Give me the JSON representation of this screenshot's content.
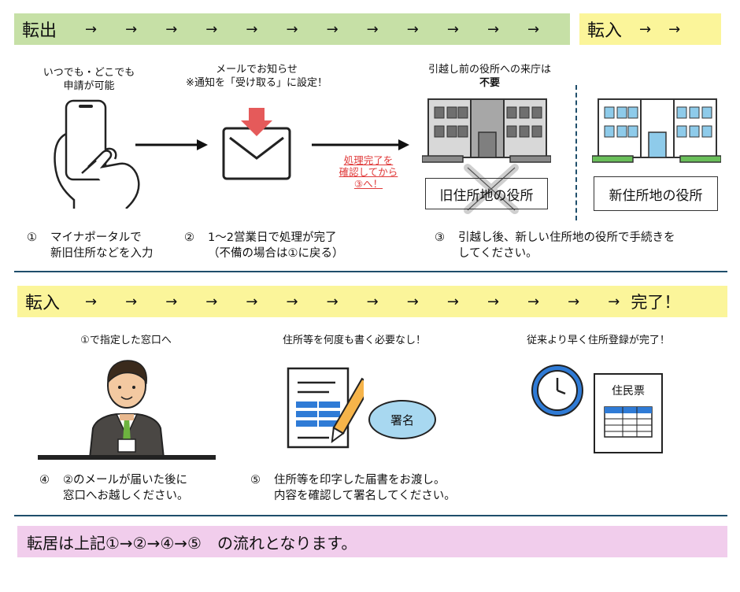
{
  "section1": {
    "out_title": "転出",
    "in_title": "転入",
    "caption_anytime": [
      "いつでも・どこでも",
      "申請が可能"
    ],
    "caption_mail": [
      "メールでお知らせ",
      "※通知を「受け取る」に設定！"
    ],
    "caption_visit": [
      "引越し前の役所への来庁は",
      "不要"
    ],
    "red_note": [
      "処理完了を",
      "確認してから",
      "③へ！"
    ],
    "old_office": "旧住所地の役所",
    "new_office": "新住所地の役所",
    "step1": {
      "num": "①",
      "lines": [
        "マイナポータルで",
        "新旧住所などを入力"
      ]
    },
    "step2": {
      "num": "②",
      "lines": [
        "1～2営業日で処理が完了",
        "（不備の場合は①に戻る）"
      ]
    },
    "step3": {
      "num": "③",
      "lines": [
        "引越し後、新しい住所地の役所で手続きを",
        "してください。"
      ]
    }
  },
  "section2": {
    "in_title": "転入",
    "done_title": "完了！",
    "caption_window": "①で指定した窓口へ",
    "caption_address": "住所等を何度も書く必要なし！",
    "caption_fast": "従来より早く住所登録が完了！",
    "sign_label": "署名",
    "juminhyo_label": "住民票",
    "step4": {
      "num": "④",
      "lines": [
        "②のメールが届いた後に",
        "窓口へお越しください。"
      ]
    },
    "step5": {
      "num": "⑤",
      "lines": [
        "住所等を印字した届書をお渡し。",
        "内容を確認して署名してください。"
      ]
    }
  },
  "summary": "転居は上記①→②→④→⑤　の流れとなります。",
  "arrow_glyph": "→",
  "colors": {
    "green_bar": "#c6e0a6",
    "yellow_bar": "#fbf59a",
    "pink_bar": "#f1cdec",
    "red": "#e03a3a",
    "rule": "#1f4e6b"
  }
}
